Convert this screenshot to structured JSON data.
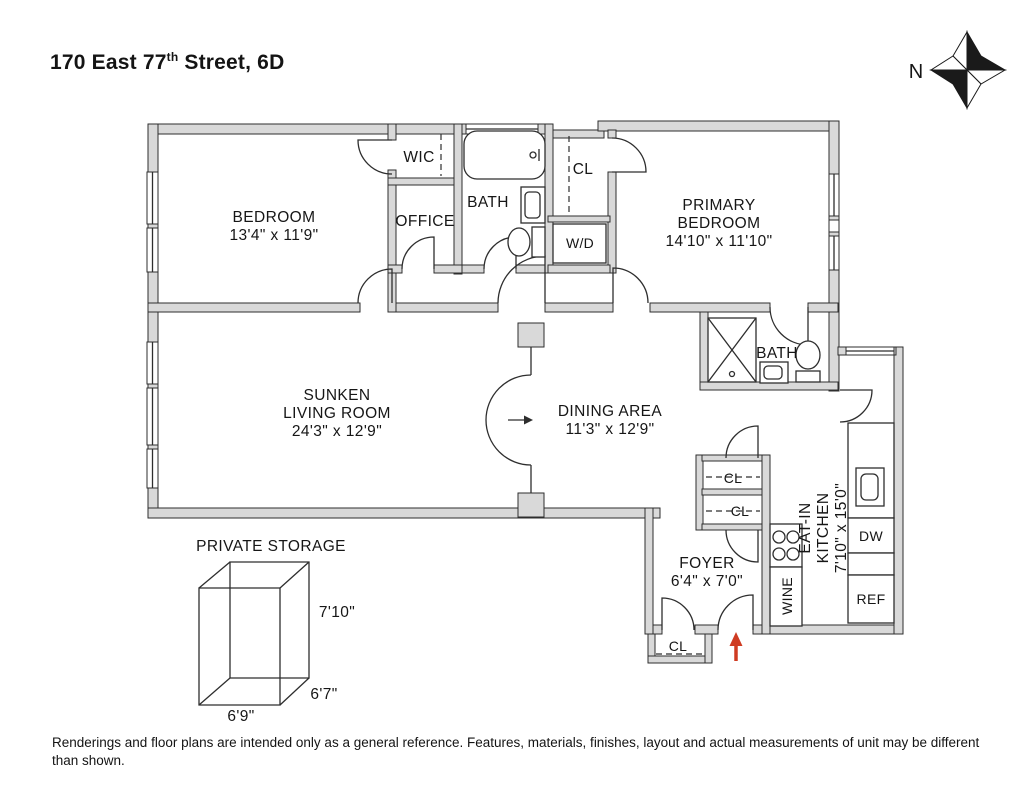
{
  "page": {
    "title_main": "170 East 77",
    "title_sup": "th",
    "title_rest": " Street, 6D"
  },
  "compass": {
    "north_label": "N"
  },
  "rooms": {
    "bedroom": {
      "name": "BEDROOM",
      "dims": "13'4\" x 11'9\""
    },
    "wic": {
      "name": "WIC"
    },
    "office": {
      "name": "OFFICE"
    },
    "bath_top": {
      "name": "BATH"
    },
    "closet_top": {
      "name": "CL"
    },
    "washer_dryer": {
      "name": "W/D"
    },
    "primary_bedroom": {
      "line1": "PRIMARY",
      "line2": "BEDROOM",
      "dims": "14'10\" x 11'10\""
    },
    "living_room": {
      "line1": "SUNKEN",
      "line2": "LIVING ROOM",
      "dims": "24'3\" x 12'9\""
    },
    "dining_area": {
      "name": "DINING AREA",
      "dims": "11'3\" x 12'9\""
    },
    "bath_right": {
      "name": "BATH"
    },
    "closet_hall": {
      "name": "CL"
    },
    "closet_foyer": {
      "name": "CL"
    },
    "foyer": {
      "name": "FOYER",
      "dims": "6'4\" x 7'0\""
    },
    "kitchen": {
      "line1": "EAT-IN",
      "line2": "KITCHEN",
      "dims": "7'10\" x 15'0\""
    },
    "wine": {
      "name": "WINE"
    },
    "dishwasher": {
      "name": "DW"
    },
    "refrigerator": {
      "name": "REF"
    },
    "closet_entry": {
      "name": "CL"
    }
  },
  "storage": {
    "title": "PRIVATE STORAGE",
    "dim_height": "7'10\"",
    "dim_depth": "6'7\"",
    "dim_width": "6'9\""
  },
  "disclaimer": "Renderings and floor plans are intended only as a general reference. Features, materials, finishes, layout and actual measurements of unit may be different than shown.",
  "colors": {
    "wall_fill": "#d9d9d9",
    "line": "#2e2e2e",
    "entry_arrow": "#cf3b22"
  }
}
